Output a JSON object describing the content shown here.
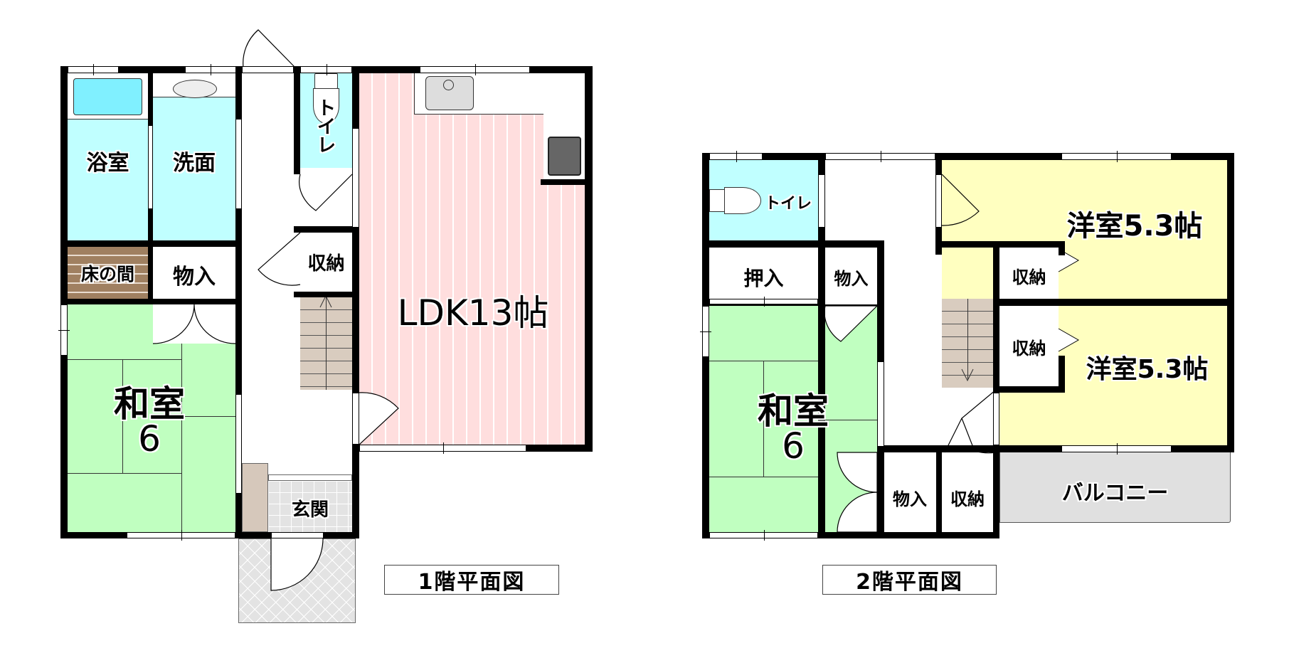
{
  "floor1": {
    "title": "1階平面図",
    "rooms": {
      "bath": "浴室",
      "washroom": "洗面",
      "tokonoma": "床の間",
      "storage_a": "物入",
      "washitsu_name": "和室",
      "washitsu_size": "6",
      "toilet": "トイレ",
      "closet": "収納",
      "ldk": "LDK13帖",
      "entrance": "玄関"
    }
  },
  "floor2": {
    "title": "2階平面図",
    "rooms": {
      "toilet": "トイレ",
      "oshiire": "押入",
      "storage_a": "物入",
      "washitsu_name": "和室",
      "washitsu_size": "6",
      "storage_b": "物入",
      "closet_bottom": "収納",
      "bedroom1": "洋室5.3帖",
      "closet1": "収納",
      "closet2": "収納",
      "bedroom2": "洋室5.3帖",
      "balcony": "バルコニー"
    }
  },
  "colors": {
    "wet_area": "#c0ffff",
    "tub": "#80f0ff",
    "ldk": "#ffdede",
    "washitsu": "#c0ffc0",
    "bedroom": "#ffffc0",
    "stairs": "#d9ccbf",
    "tokonoma": "#a08061",
    "balcony": "#e0e0e0"
  }
}
